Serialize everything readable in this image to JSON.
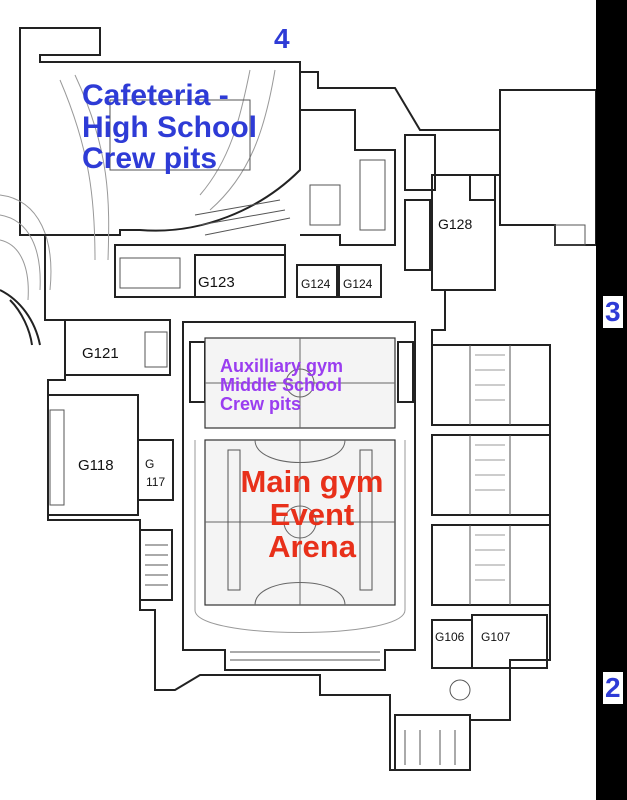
{
  "map": {
    "areas": {
      "cafeteria": [
        "Cafeteria -",
        "High School",
        "Crew pits"
      ],
      "aux_gym": [
        "Auxilliary gym",
        "Middle School",
        "Crew pits"
      ],
      "main_gym": [
        "Main gym",
        "Event",
        "Arena"
      ]
    },
    "rooms": {
      "g128": "G128",
      "g123": "G123",
      "g124a": "G124",
      "g124b": "G124",
      "g121": "G121",
      "g118": "G118",
      "g117_line1": "G",
      "g117_line2": "117",
      "g106": "G106",
      "g107": "G107"
    },
    "wing_markers": {
      "w4": "4",
      "w3": "3",
      "w2": "2"
    }
  }
}
